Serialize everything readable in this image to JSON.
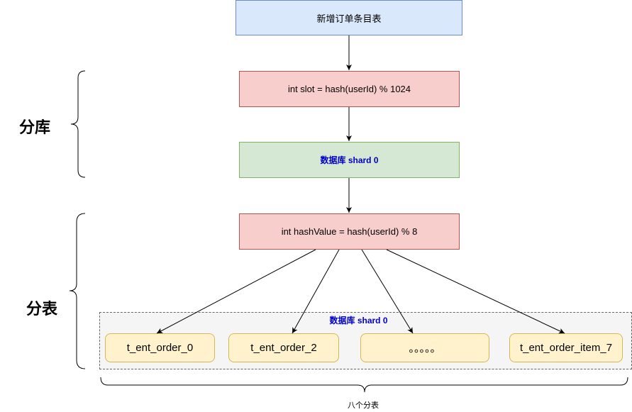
{
  "nodes": {
    "start": "新增订单条目表",
    "slot": "int slot = hash(userId) % 1024",
    "db": "数据库 shard 0",
    "hash": "int hashValue = hash(userId) % 8",
    "container_title": "数据库 shard 0",
    "tables": [
      "t_ent_order_0",
      "t_ent_order_2",
      "。。。。。",
      "t_ent_order_item_7"
    ]
  },
  "labels": {
    "fenku": "分库",
    "fenbiao": "分表",
    "bottom": "八个分表"
  },
  "colors": {
    "blue_fill": "#dae8fc",
    "red_fill": "#f8cecc",
    "green_fill": "#d5e8d4",
    "yellow_fill": "#fff2cc",
    "container_fill": "#f5f5f5",
    "db_label": "#0000cc"
  }
}
